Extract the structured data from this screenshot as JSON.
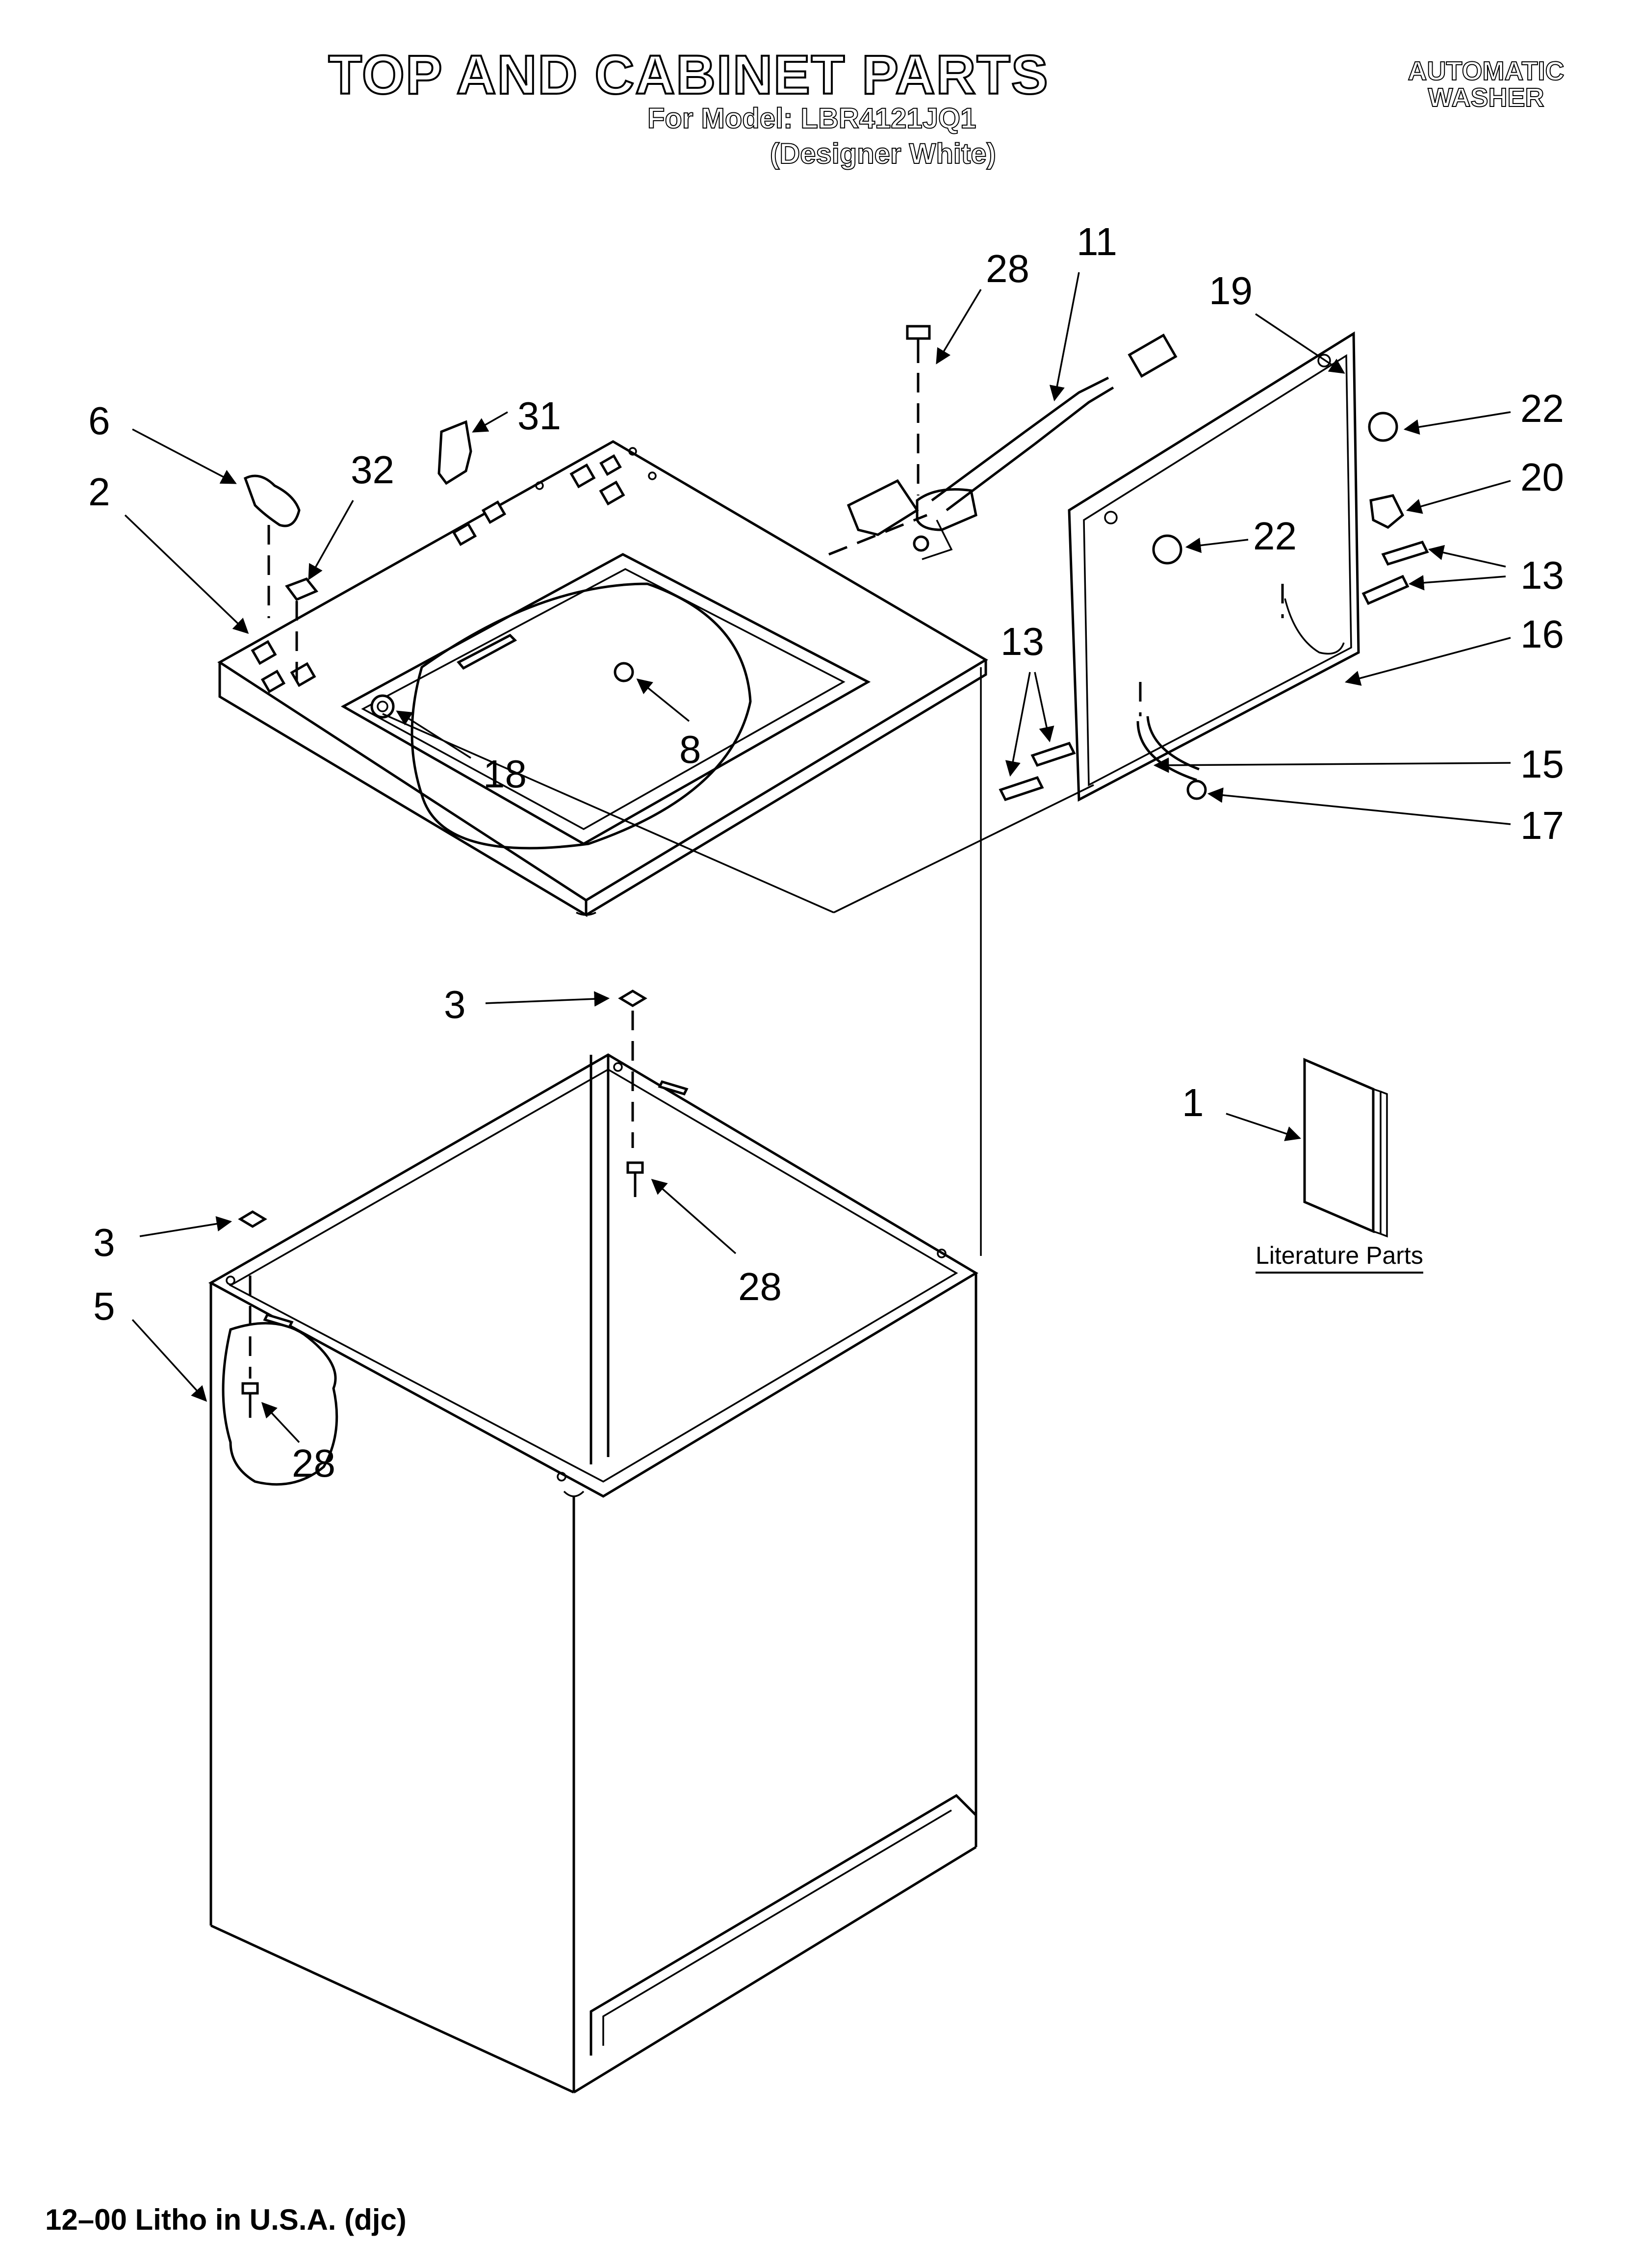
{
  "header": {
    "title": "TOP AND CABINET PARTS",
    "model_line": "For Model: LBR4121JQ1",
    "color_line": "(Designer White)",
    "product_line_1": "AUTOMATIC",
    "product_line_2": "WASHER"
  },
  "callouts": {
    "c1": "1",
    "c2": "2",
    "c3a": "3",
    "c3b": "3",
    "c5": "5",
    "c6": "6",
    "c8": "8",
    "c11": "11",
    "c13a": "13",
    "c13b": "13",
    "c15": "15",
    "c16": "16",
    "c17": "17",
    "c18": "18",
    "c19": "19",
    "c20": "20",
    "c22a": "22",
    "c22b": "22",
    "c28a": "28",
    "c28b": "28",
    "c28c": "28",
    "c31": "31",
    "c32": "32"
  },
  "literature_caption": "Literature Parts",
  "footer": "12–00 Litho in U.S.A. (djc)"
}
